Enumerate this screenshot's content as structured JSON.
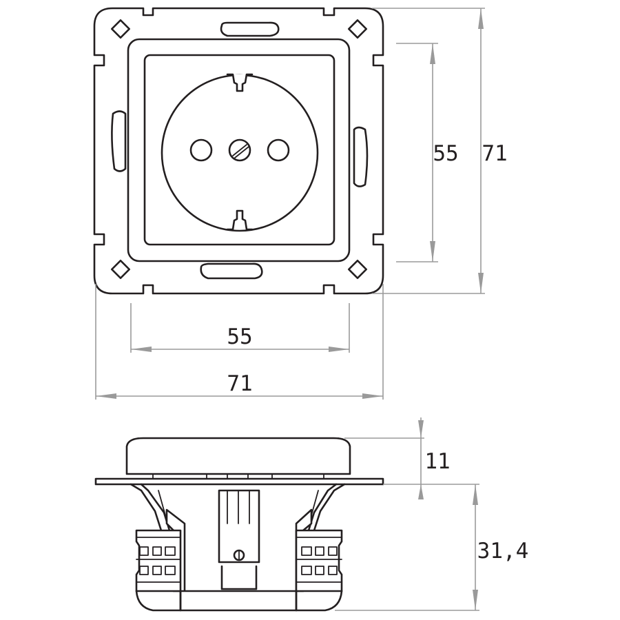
{
  "dimensions": {
    "front_inner_width": "55",
    "front_outer_width": "71",
    "front_inner_height": "55",
    "front_outer_height": "71",
    "side_cover_depth": "11",
    "side_body_depth": "31,4"
  }
}
